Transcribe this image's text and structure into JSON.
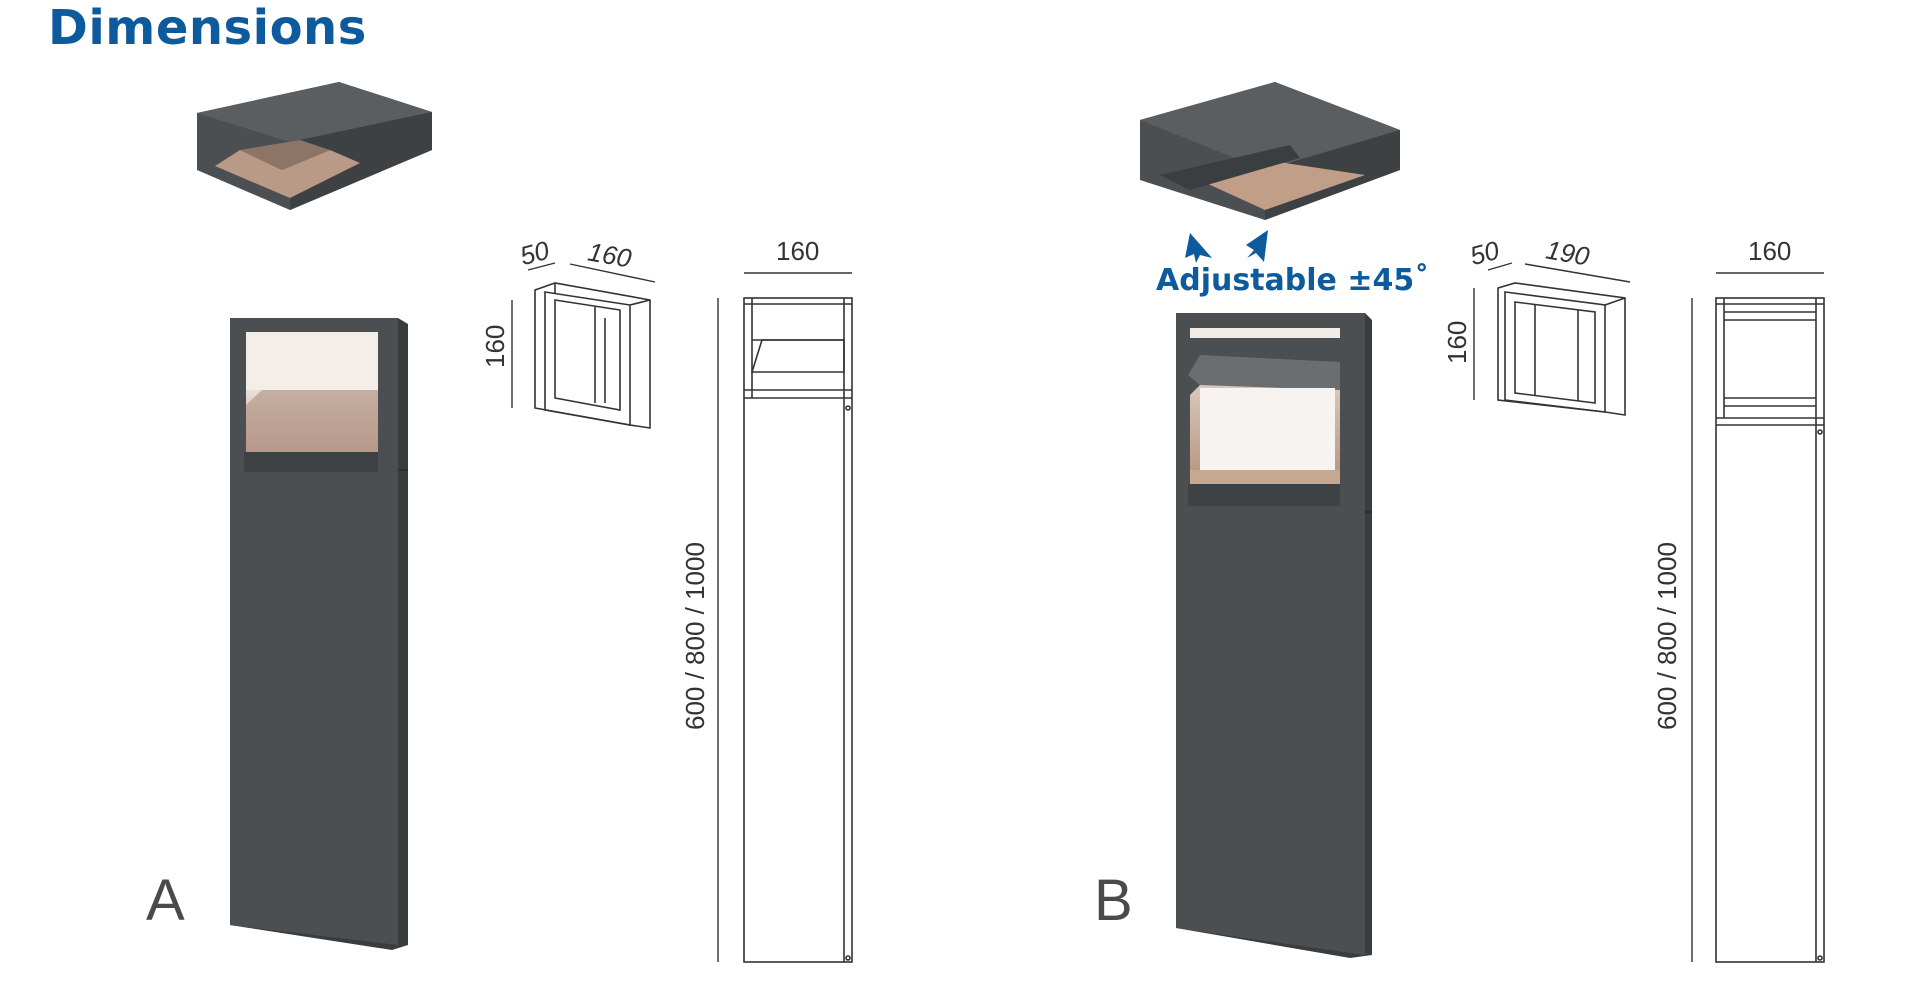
{
  "header": {
    "title": "Dimensions"
  },
  "variant_a": {
    "label": "A",
    "depth": "50",
    "width": "160",
    "box_height": "160",
    "front_width": "160",
    "height": "600 / 800 / 1000"
  },
  "variant_b": {
    "label": "B",
    "depth": "50",
    "width": "190",
    "box_height": "160",
    "front_width": "160",
    "height": "600 / 800 / 1000",
    "adjust_label": "Adjustable ±45˚"
  },
  "colors": {
    "title": "#0d5a9c",
    "body": "#4b4f52",
    "body_dark": "#3a3d40",
    "glow": "#b99a86",
    "line": "#333333"
  }
}
